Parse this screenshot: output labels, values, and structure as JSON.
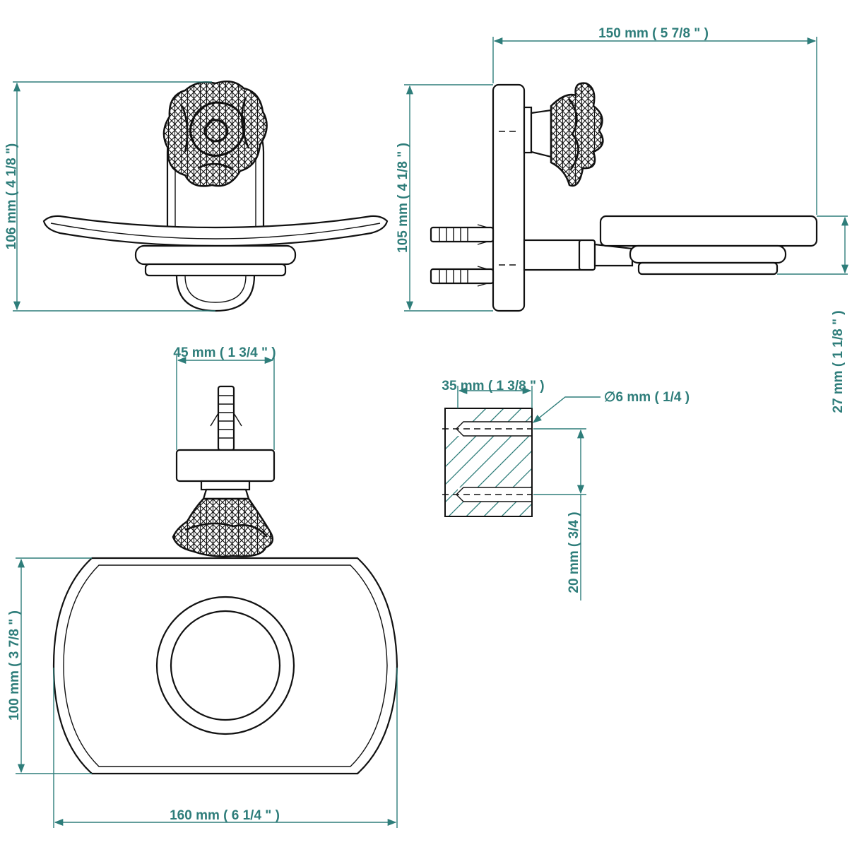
{
  "dimensions": {
    "front_height": "106 mm ( 4 1/8 \")",
    "side_width": "150 mm ( 5 7/8 \" )",
    "side_height": "105 mm ( 4 1/8 \" )",
    "side_dish_height": "27 mm ( 1 1/8 \" )",
    "top_base_width": "45 mm ( 1 3/4 \" )",
    "section_width": "35 mm ( 1 3/8 \" )",
    "hole_diameter": "∅6 mm ( 1/4 )",
    "hole_spacing": "20 mm ( 3/4 )",
    "plan_height": "100 mm ( 3 7/8 \" )",
    "plan_width": "160 mm ( 6 1/4 \" )"
  },
  "colors": {
    "dimension": "#2e7d7a",
    "outline": "#111111"
  }
}
